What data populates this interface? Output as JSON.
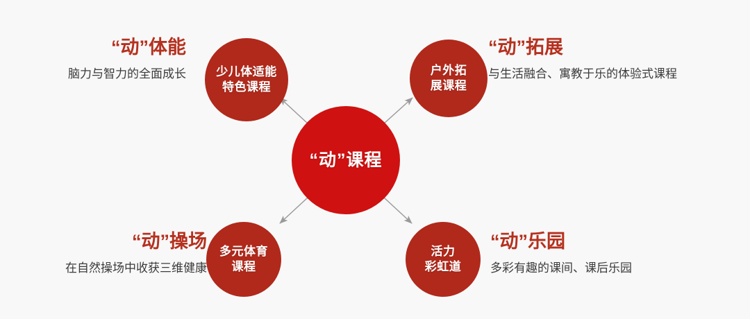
{
  "diagram": {
    "type": "hub-and-spoke",
    "background_color": "#f8f8f8",
    "hub_color": "#cf1111",
    "satellite_color": "#b0291b",
    "title_color": "#b5311f",
    "subtitle_color": "#3b3b3b",
    "arrow_color": "#9a9a9a"
  },
  "center": {
    "label": "“动”课程"
  },
  "nodes": {
    "top_left": {
      "circle_line1": "少儿体适能",
      "circle_line2": "特色课程",
      "title": "“动”体能",
      "subtitle": "脑力与智力的全面成长"
    },
    "top_right": {
      "circle_line1": "户外拓",
      "circle_line2": "展课程",
      "title": "“动”拓展",
      "subtitle": "与生活融合、寓教于乐的体验式课程"
    },
    "bottom_left": {
      "circle_line1": "多元体育",
      "circle_line2": "课程",
      "title": "“动”操场",
      "subtitle": "在自然操场中收获三维健康"
    },
    "bottom_right": {
      "circle_line1": "活力",
      "circle_line2": "彩虹道",
      "title": "“动”乐园",
      "subtitle": "多彩有趣的课间、课后乐园"
    }
  }
}
